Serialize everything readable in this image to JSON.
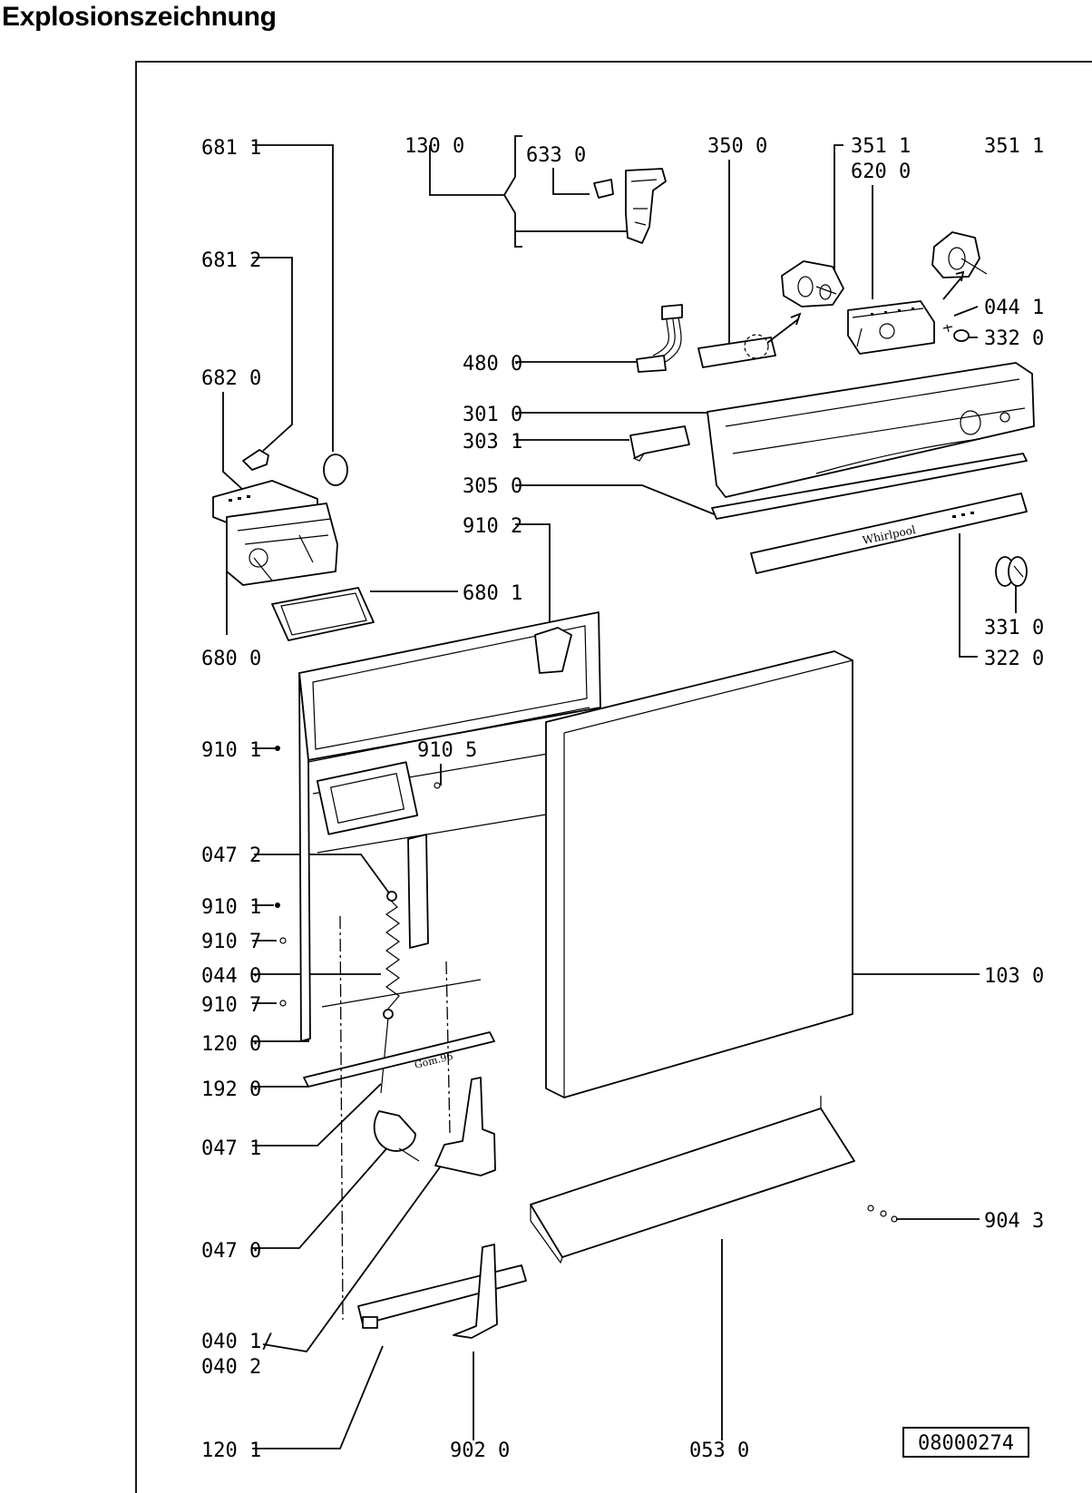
{
  "heading": "Explosionszeichnung",
  "drawing_number": "08000274",
  "labels": {
    "l_681_1": "681 1",
    "l_681_2": "681 2",
    "l_682_0": "682 0",
    "l_680_0": "680 0",
    "l_680_1": "680 1",
    "l_130_0": "130 0",
    "l_633_0": "633 0",
    "l_350_0": "350 0",
    "l_351_1a": "351 1",
    "l_620_0": "620 0",
    "l_351_1b": "351 1",
    "l_044_1": "044 1",
    "l_332_0": "332 0",
    "l_480_0": "480 0",
    "l_301_0": "301 0",
    "l_303_1": "303 1",
    "l_305_0": "305 0",
    "l_910_2": "910 2",
    "l_331_0": "331 0",
    "l_322_0": "322 0",
    "l_910_1a": "910 1",
    "l_910_5": "910 5",
    "l_047_2": "047 2",
    "l_910_1b": "910 1",
    "l_910_7a": "910 7",
    "l_044_0": "044 0",
    "l_910_7b": "910 7",
    "l_120_0": "120 0",
    "l_192_0": "192 0",
    "l_047_1": "047 1",
    "l_047_0": "047 0",
    "l_040_1": "040 1/",
    "l_040_2": "040 2",
    "l_120_1": "120 1",
    "l_902_0": "902 0",
    "l_053_0": "053 0",
    "l_103_0": "103 0",
    "l_904_3": "904 3"
  },
  "panel_text": {
    "brand": "Whirlpool",
    "rail_mark": "Gom.96"
  }
}
